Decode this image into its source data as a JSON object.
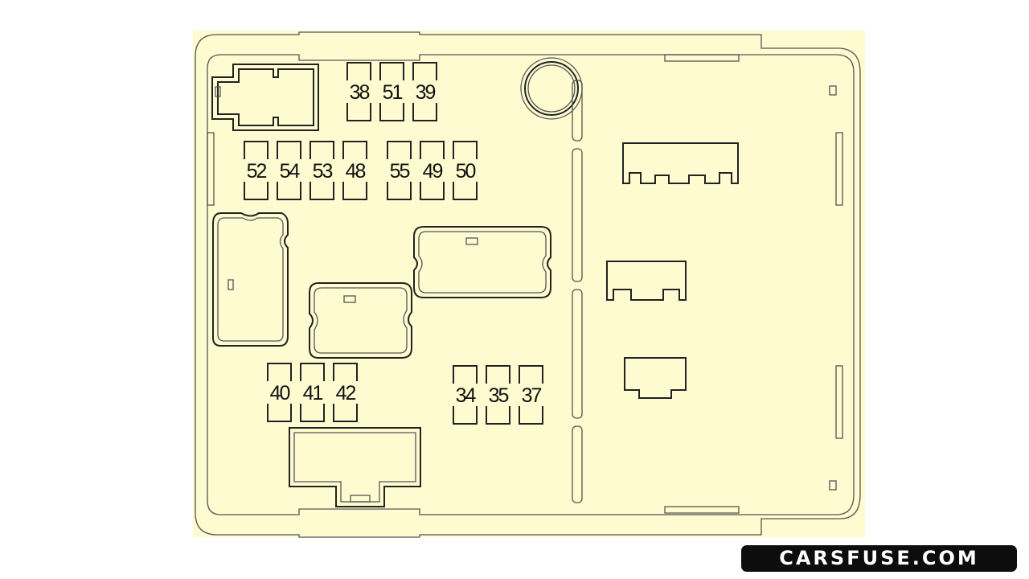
{
  "background_color": "#fdfbcf",
  "line_color": "#222222",
  "fuses_upper": [
    "38",
    "51",
    "39"
  ],
  "fuses_middle": [
    "52",
    "54",
    "53",
    "48",
    "55",
    "49",
    "50"
  ],
  "fuses_lower_left": [
    "40",
    "41",
    "42"
  ],
  "fuses_lower_right": [
    "34",
    "35",
    "37"
  ],
  "watermark": "CARSFUSE.COM"
}
